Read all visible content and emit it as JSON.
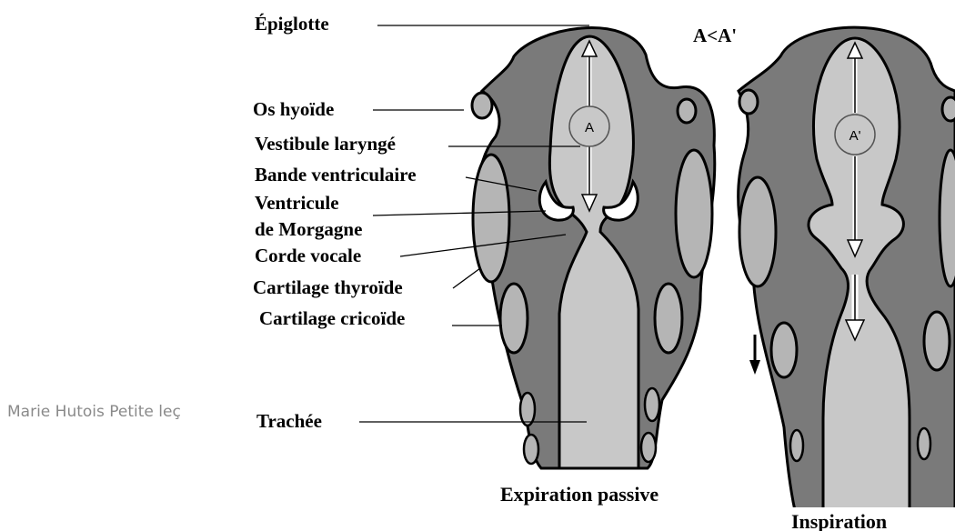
{
  "labels": {
    "epiglotte": "Épiglotte",
    "os_hyoide": "Os hyoïde",
    "vestibule": "Vestibule laryngé",
    "bande": "Bande ventriculaire",
    "ventricule": "Ventricule",
    "morgagne": "de Morgagne",
    "corde": "Corde vocale",
    "thyroide": "Cartilage thyroïde",
    "cricoide": "Cartilage cricoïde",
    "trachee": "Trachée"
  },
  "comparison": "A<A'",
  "expiration": {
    "caption": "Expiration passive",
    "marker": "A"
  },
  "inspiration": {
    "caption": "Inspiration",
    "marker": "A'"
  },
  "credit": "Marie Hutois Petite leç",
  "colors": {
    "wall": "#7a7a7a",
    "lumen": "#c8c8c8",
    "cartilage": "#b5b5b5",
    "outline": "#000000",
    "arrow": "#ffffff"
  }
}
